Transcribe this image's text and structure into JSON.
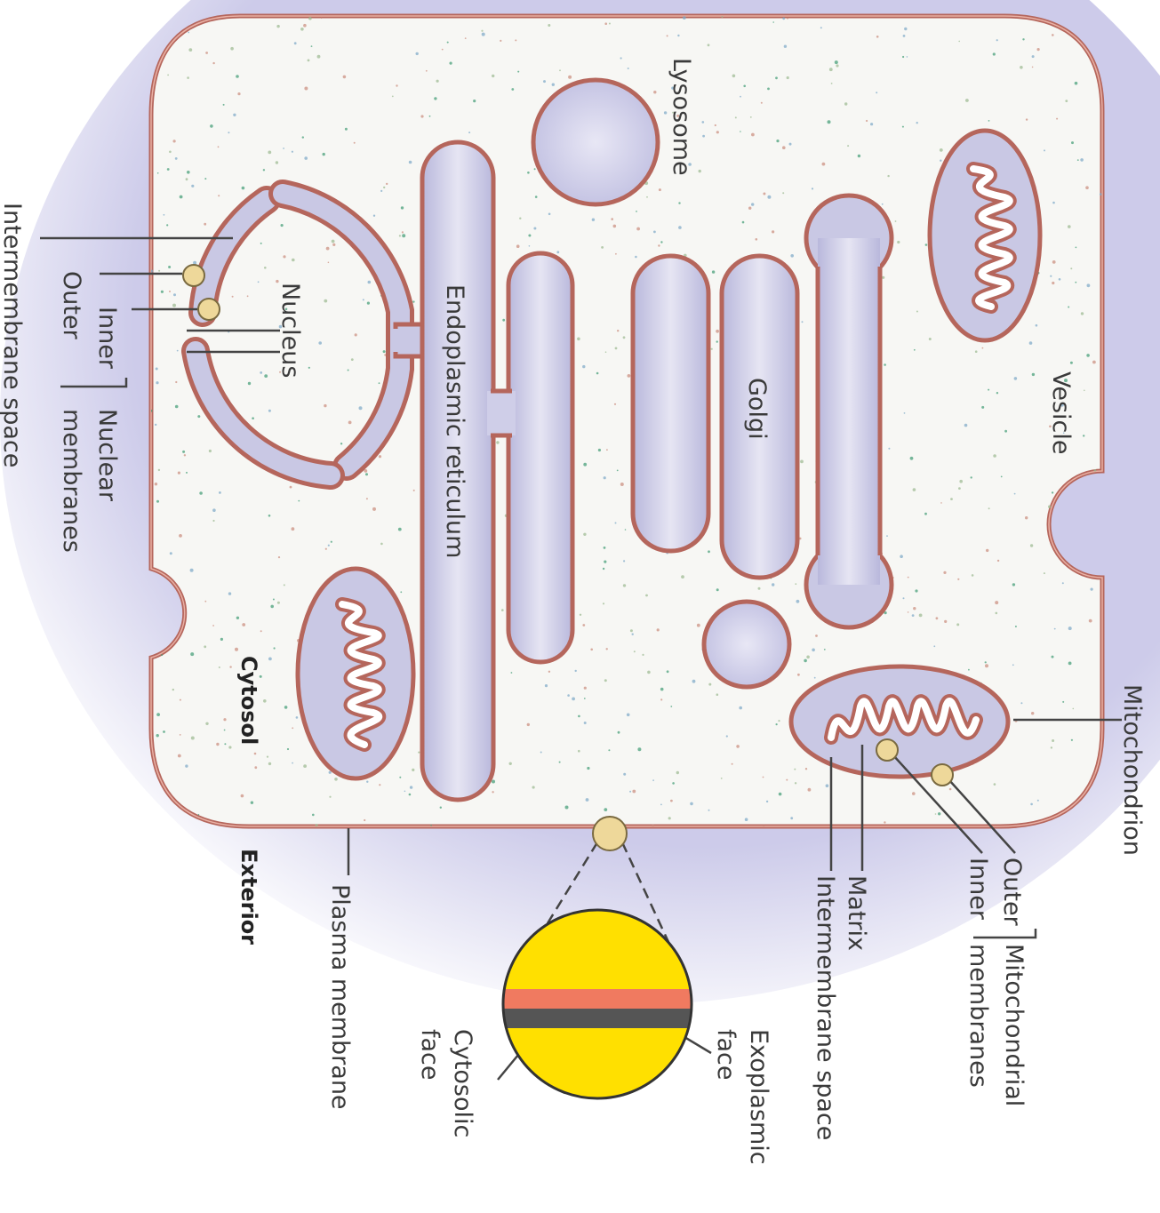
{
  "labels": {
    "lysosome": "Lysosome",
    "nucleus": "Nucleus",
    "endoplasmic_reticulum": "Endoplasmic reticulum",
    "golgi": "Golgi",
    "vesicle": "Vesicle",
    "cytosol": "Cytosol",
    "exterior": "Exterior",
    "plasma_membrane": "Plasma membrane",
    "mitochondrion": "Mitochondrion",
    "mito_outer": "Outer",
    "mito_inner": "Inner",
    "mito_membranes_line1": "Mitochondrial",
    "mito_membranes_line2": "membranes",
    "matrix": "Matrix",
    "mito_intermembrane_space": "Intermembrane space",
    "nuclear_inner": "Inner",
    "nuclear_outer": "Outer",
    "nuclear_membranes_line1": "Nuclear",
    "nuclear_membranes_line2": "membranes",
    "nuclear_intermembrane_space": "Intermembrane space",
    "exoplasmic_face_line1": "Exoplasmic",
    "exoplasmic_face_line2": "face",
    "cytosolic_face_line1": "Cytosolic",
    "cytosolic_face_line2": "face"
  },
  "colors": {
    "lumen": "#c9c8e4",
    "membrane": "#b5665c",
    "cytosol": "#f7f7f4",
    "exterior_glow": "#cbc9ea",
    "bilayer_yellow": "#ffe000",
    "bilayer_salmon": "#f07a60",
    "bilayer_gray": "#555555",
    "leader": "#444444"
  }
}
